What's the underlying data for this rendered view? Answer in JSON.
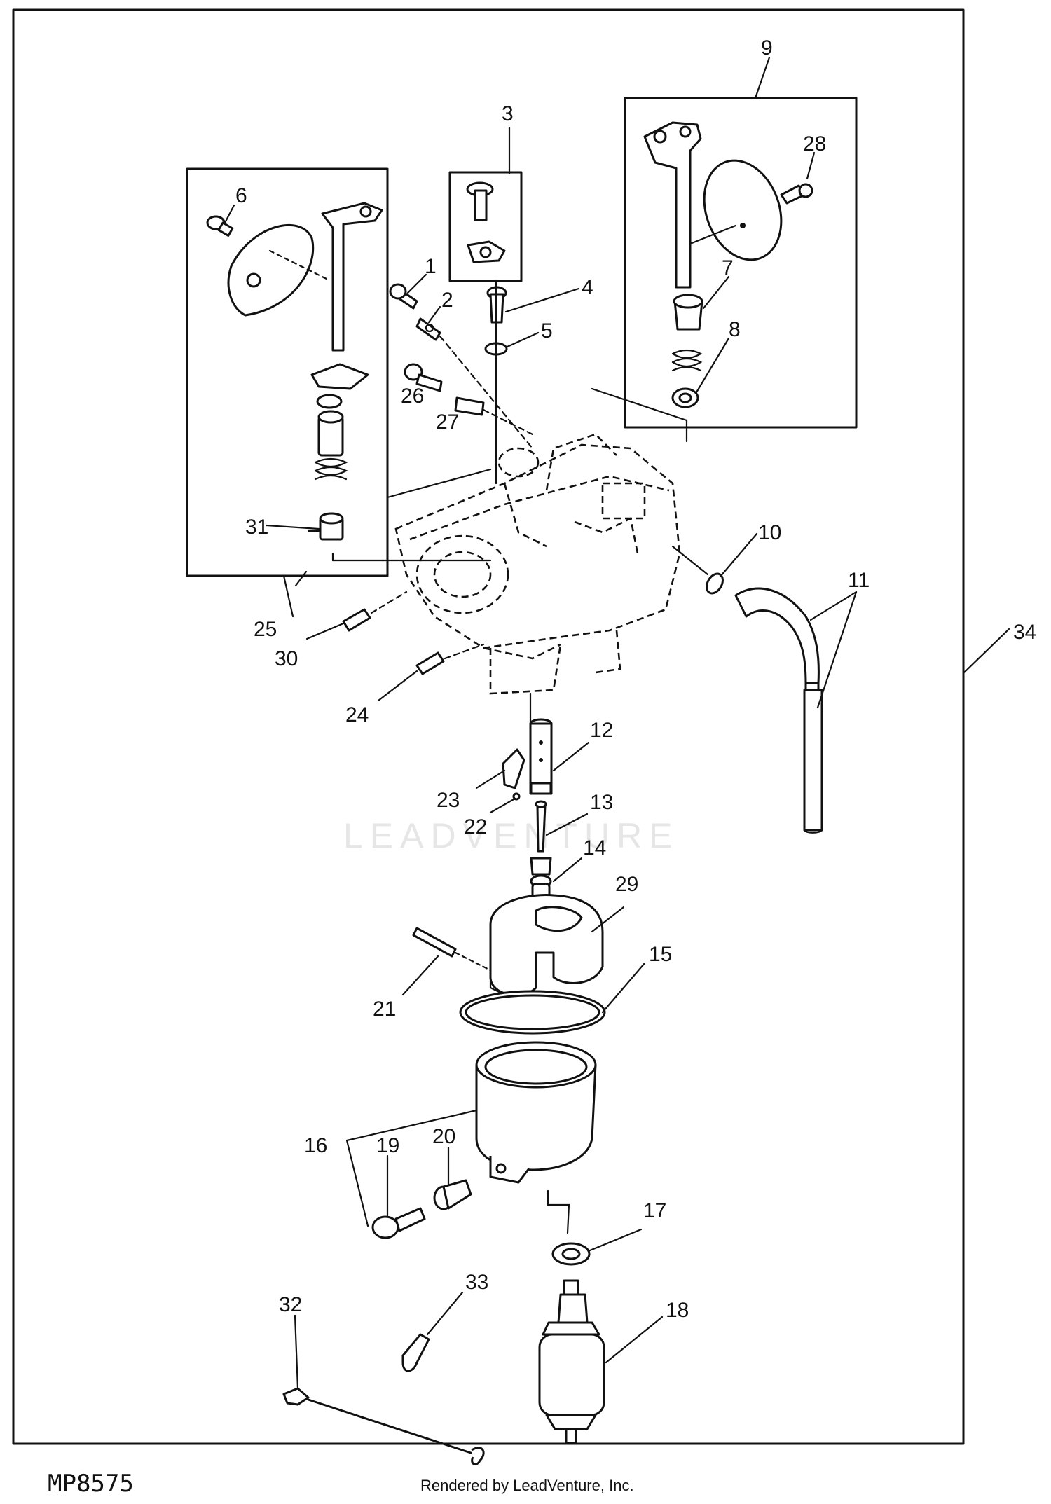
{
  "diagram": {
    "watermark": "LEADVENTURE",
    "callouts": [
      "1",
      "2",
      "3",
      "4",
      "5",
      "6",
      "7",
      "8",
      "9",
      "10",
      "11",
      "12",
      "13",
      "14",
      "15",
      "16",
      "17",
      "18",
      "19",
      "20",
      "21",
      "22",
      "23",
      "24",
      "25",
      "26",
      "27",
      "28",
      "29",
      "30",
      "31",
      "32",
      "33",
      "34"
    ]
  },
  "footer": {
    "figure_code": "MP8575",
    "rendered_by": "Rendered by LeadVenture, Inc."
  }
}
